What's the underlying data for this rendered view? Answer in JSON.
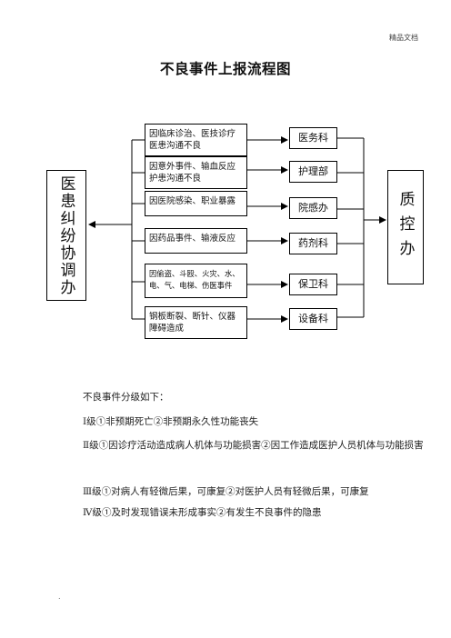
{
  "header_note": "精品文档",
  "title": "不良事件上报流程图",
  "left_box": "医患纠纷协调办",
  "right_box": "质控办",
  "sources": [
    "因临床诊治、医技诊疗医患沟通不良",
    "因意外事件、输血反应护患沟通不良",
    "因医院感染、职业暴露",
    "因药品事件、输液反应",
    "因偷盗、斗殴、火灾、水、电、气、电梯、伤医事件",
    "钢板断裂、断针、仪器障碍造成"
  ],
  "departments": [
    "医务科",
    "护理部",
    "院感办",
    "药剂科",
    "保卫科",
    "设备科"
  ],
  "grading": {
    "heading": "不良事件分级如下：",
    "level1": "Ⅰ级①非预期死亡②非预期永久性功能丧失",
    "level2": "Ⅱ级①因诊疗活动造成病人机体与功能损害②因工作造成医护人员机体与功能损害",
    "level3": "Ⅲ级①对病人有轻微后果，可康复②对医护人员有轻微后果，可康复",
    "level4": "Ⅳ级①及时发现错误未形成事实②有发生不良事件的隐患"
  },
  "footer_mark": "."
}
